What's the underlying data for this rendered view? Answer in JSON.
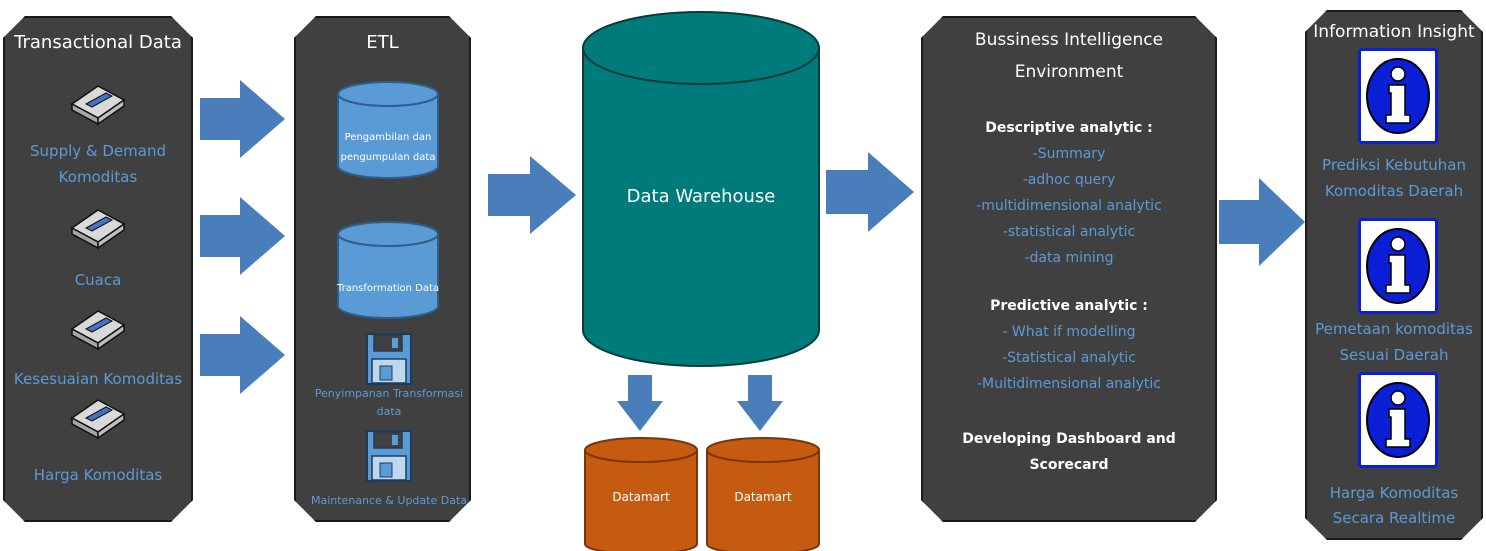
{
  "transactional": {
    "title": "Transactional Data",
    "items": [
      "Supply & Demand",
      "Komoditas",
      "Cuaca",
      "Kesesuaian Komoditas",
      "Harga Komoditas"
    ]
  },
  "etl": {
    "title": "ETL",
    "db1": [
      "Pengambilan dan",
      "pengumpulan data"
    ],
    "db2": "Transformation Data",
    "disk1": [
      "Penyimpanan Transformasi",
      "data"
    ],
    "disk2": "Maintenance & Update Data"
  },
  "warehouse": {
    "label": "Data Warehouse"
  },
  "datamarts": [
    "Datamart",
    "Datamart"
  ],
  "bi": {
    "title1": "Bussiness Intelligence",
    "title2": "Environment",
    "descriptive_heading": "Descriptive analytic :",
    "descriptive_items": [
      "-Summary",
      "-adhoc query",
      "-multidimensional analytic",
      "-statistical analytic",
      "-data mining"
    ],
    "predictive_heading": "Predictive analytic :",
    "predictive_items": [
      "- What if modelling",
      "-Statistical analytic",
      "-Multidimensional analytic"
    ],
    "dashboard1": "Developing Dashboard and",
    "dashboard2": "Scorecard"
  },
  "insight": {
    "title": "Information Insight",
    "items": [
      [
        "Prediksi Kebutuhan",
        "Komoditas Daerah"
      ],
      [
        "Pemetaan komoditas",
        "Sesuai Daerah"
      ],
      [
        "Harga Komoditas",
        "Secara Realtime"
      ]
    ]
  },
  "colors": {
    "panel": "#404040",
    "accent": "#5b9bd5",
    "warehouse": "#007b7b",
    "datamart": "#c55a11",
    "info": "#0a1fd6"
  }
}
